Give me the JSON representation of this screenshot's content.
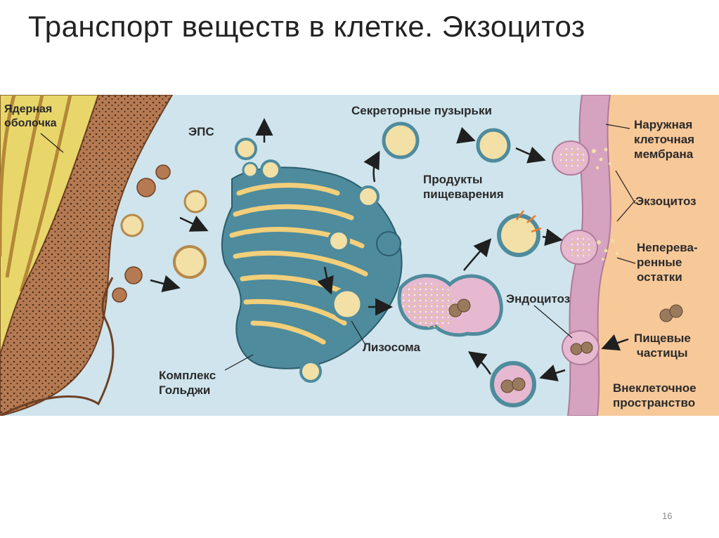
{
  "slide": {
    "title": "Транспорт веществ в клетке. Экзоцитоз",
    "page_number": "16"
  },
  "diagram": {
    "labels": {
      "nuclear_envelope": [
        "Ядерная",
        "оболочка"
      ],
      "er": "ЭПС",
      "secretory_vesicles": "Секреторные пузырьки",
      "digestion_products": [
        "Продукты",
        "пищеварения"
      ],
      "outer_membrane": [
        "Наружная",
        "клеточная",
        "мембрана"
      ],
      "exocytosis": "Экзоцитоз",
      "undigested_remains": [
        "Неперева-",
        "ренные",
        "остатки"
      ],
      "endocytosis": "Эндоцитоз",
      "food_particles": [
        "Пищевые",
        "частицы"
      ],
      "lysosome": "Лизосома",
      "golgi_complex": [
        "Комплекс",
        "Гольджи"
      ],
      "extracellular_space": [
        "Внеклеточное",
        "пространство"
      ]
    },
    "colors": {
      "cytoplasm": "#cfe4ec",
      "membrane": "#d5a3bf",
      "extracellular": "#f7c898",
      "golgi": "#4e8b9d",
      "er": "#a8673f",
      "nucleus": "#e8d66a",
      "vesicle_content": "#f2e0a6",
      "food_particle": "#9a7a5c"
    }
  }
}
